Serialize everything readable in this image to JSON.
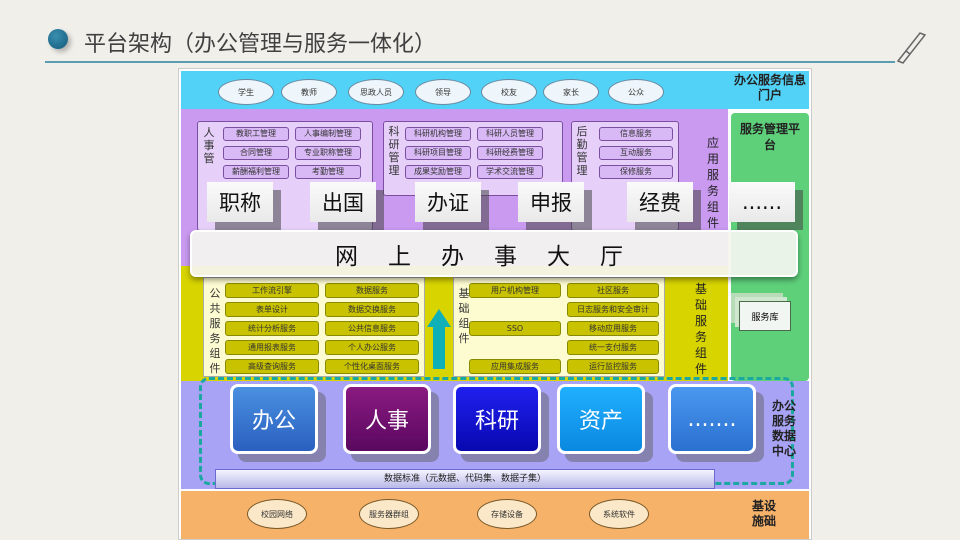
{
  "header": {
    "title": "平台架构（办公管理与服务一体化）"
  },
  "portal": {
    "users": [
      "学生",
      "教师",
      "思政人员",
      "领导",
      "校友",
      "家长",
      "公众"
    ],
    "label": "办公服务信息门户"
  },
  "mgmt_platform": {
    "label": "服务管理平台",
    "service_lib": "服务库"
  },
  "app_components": {
    "label": "应用服务组件",
    "hr": {
      "title": "人事管",
      "items": [
        "教职工管理",
        "人事编制管理",
        "合同管理",
        "专业职称管理",
        "薪酬福利管理",
        "考勤管理"
      ]
    },
    "research": {
      "title": "科研管理",
      "items": [
        "科研机构管理",
        "科研人员管理",
        "科研项目管理",
        "科研经费管理",
        "成果奖励管理",
        "学术交流管理"
      ]
    },
    "logistics": {
      "title": "后勤管理",
      "items": [
        "信息服务",
        "互动服务",
        "保修服务"
      ]
    }
  },
  "tiles": [
    "职称",
    "出国",
    "办证",
    "申报",
    "经费",
    "......"
  ],
  "hall": "网上办事大厅",
  "public_components": {
    "title": "公共服务组件",
    "items": [
      "工作流引擎",
      "数据服务",
      "表单设计",
      "数据交换服务",
      "统计分析服务",
      "公共信息服务",
      "通用报表服务",
      "个人办公服务",
      "高级查询服务",
      "个性化桌面服务"
    ]
  },
  "base_components": {
    "label": "基础服务组件",
    "title": "基础组件",
    "items": [
      "用户机构管理",
      "社区服务",
      "",
      "日志服务和安全审计",
      "SSO",
      "移动应用服务",
      "",
      "统一支付服务",
      "应用集成服务",
      "运行监控服务"
    ]
  },
  "data_center": {
    "label": "办公服务数据中心",
    "tiles": [
      "办公",
      "人事",
      "科研",
      "资产",
      "......."
    ],
    "standard": "数据标准（元数据、代码集、数据子集）"
  },
  "infra": {
    "label": "基设施础",
    "items": [
      "校园网络",
      "服务器群组",
      "存储设备",
      "系统软件"
    ]
  },
  "colors": {
    "accent": "#1f6d8c",
    "portal": "#52d2f7",
    "app": "#c99af0",
    "platform": "#5ed07a",
    "base": "#d8d400",
    "data": "#a9a3f5",
    "infra": "#f7b26a"
  }
}
